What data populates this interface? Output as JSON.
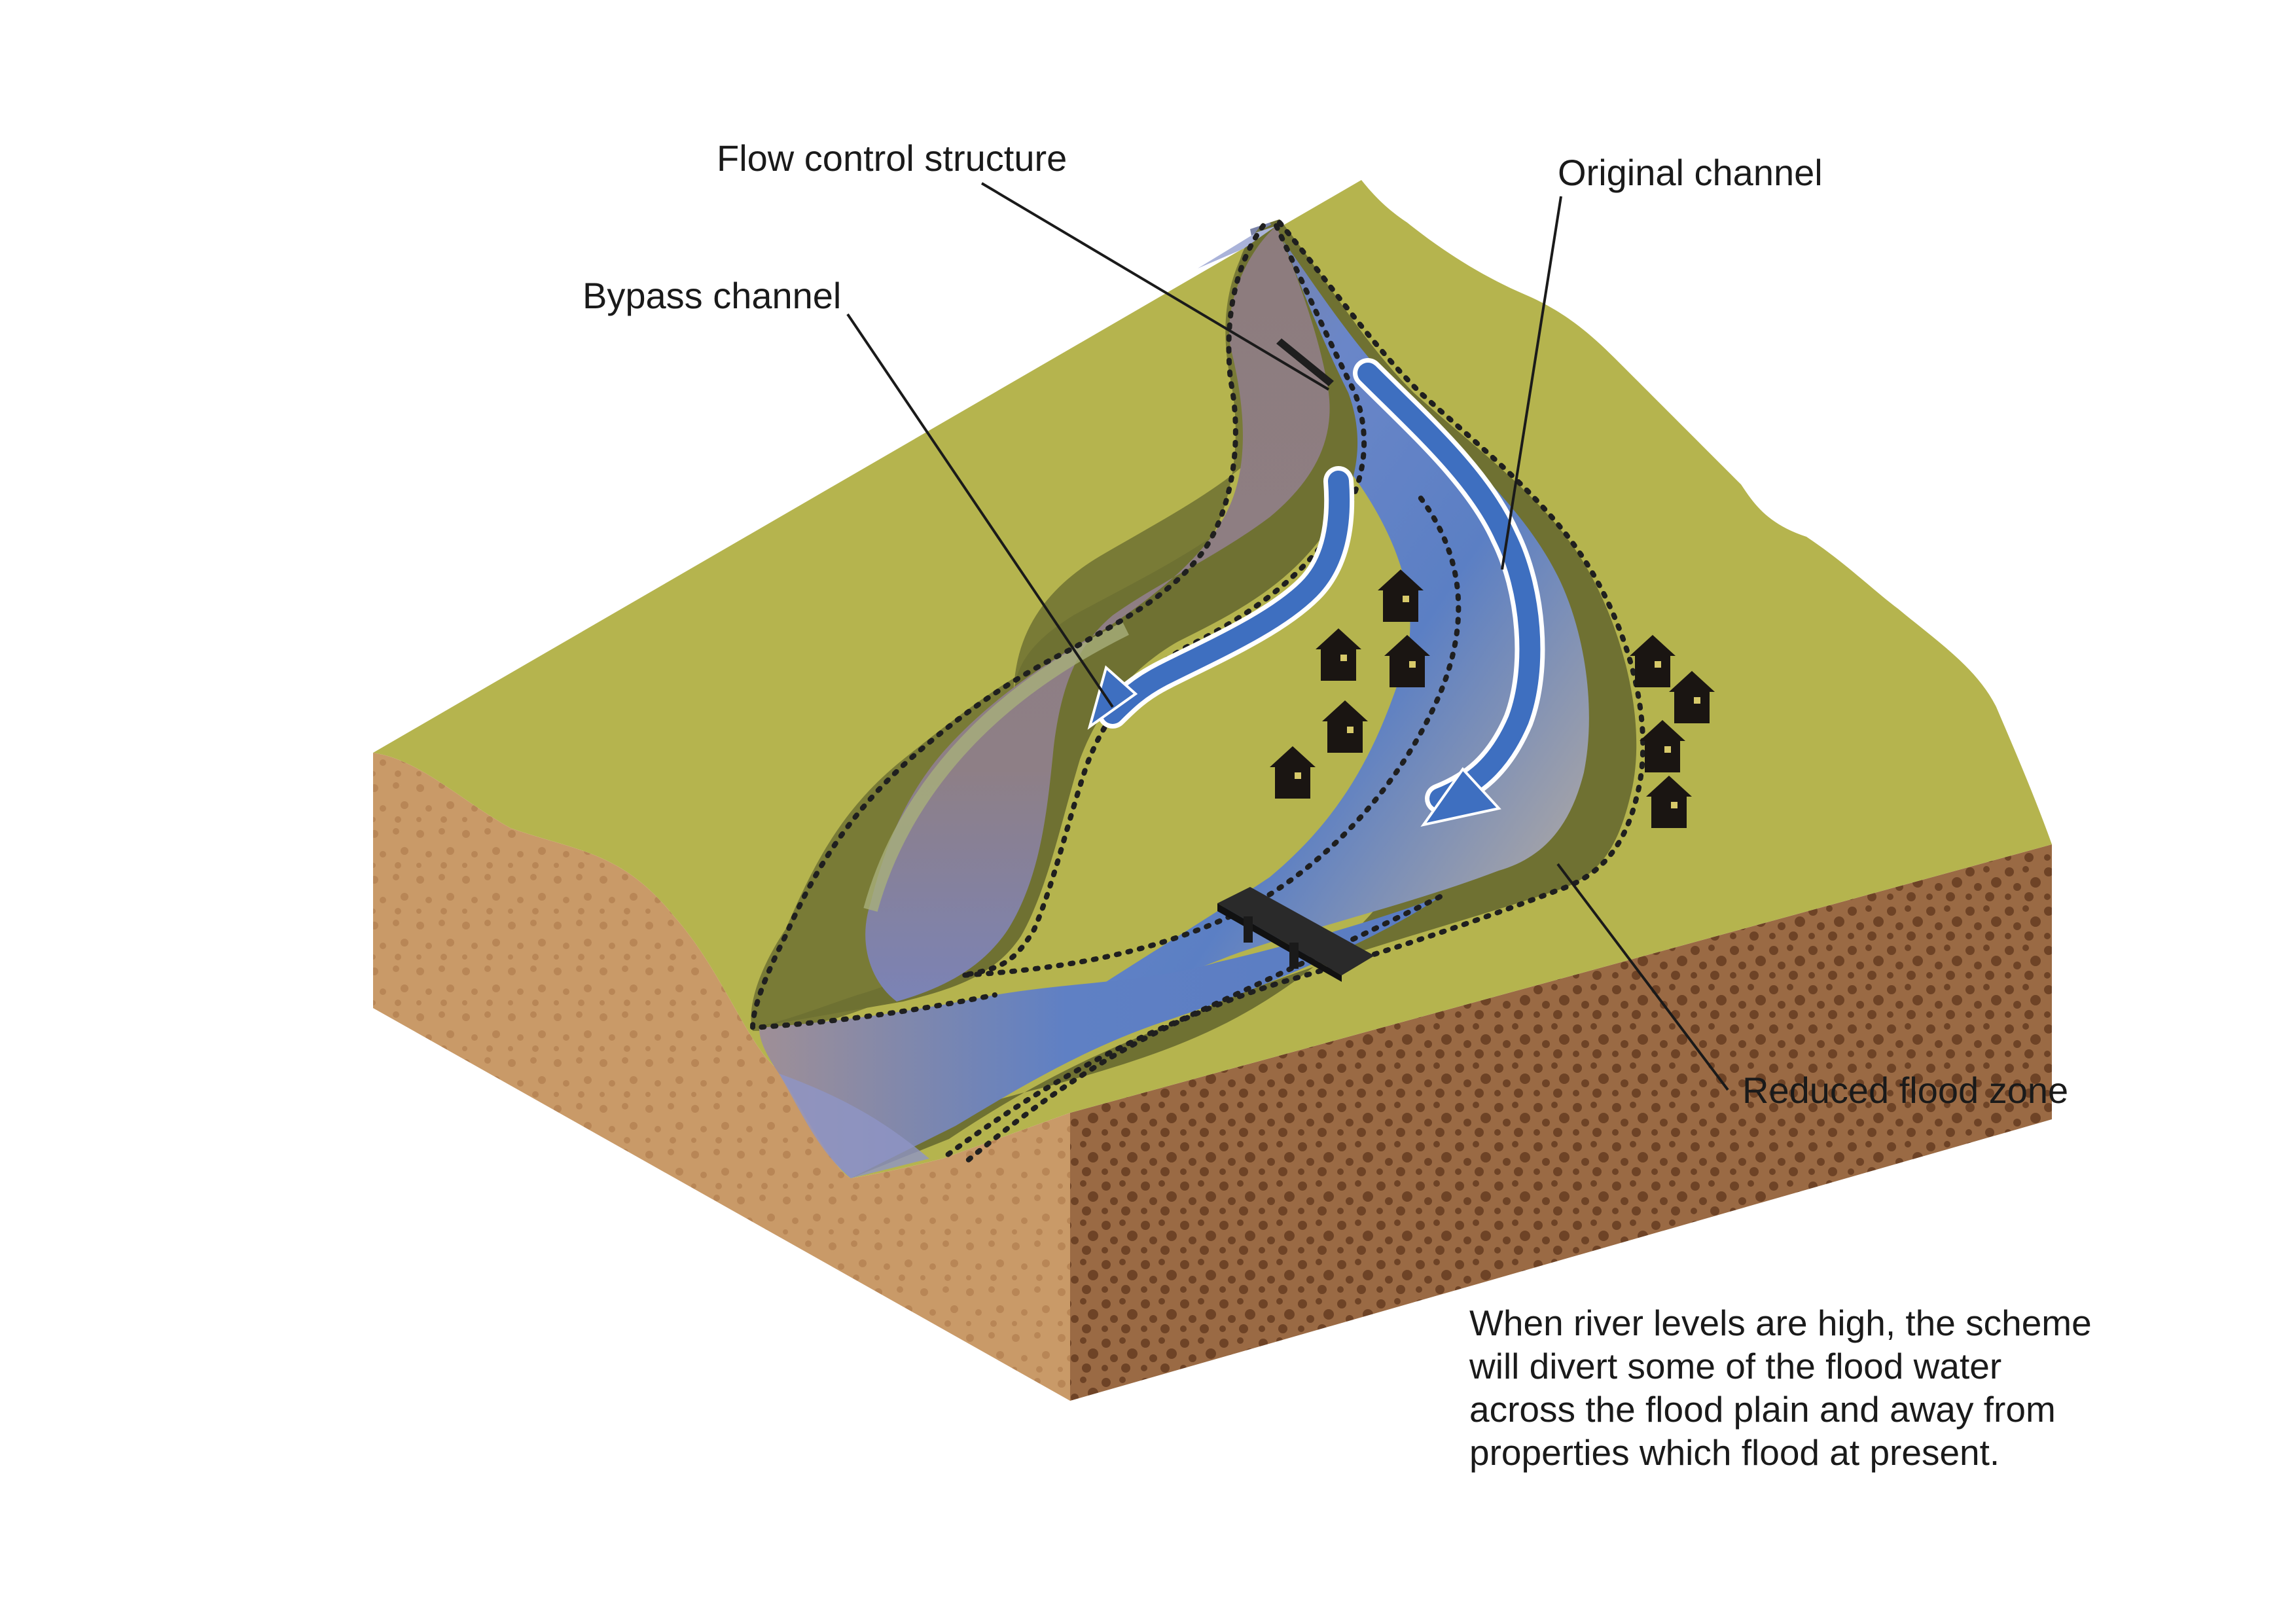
{
  "labels": {
    "flow_control_structure": "Flow control structure",
    "original_channel": "Original channel",
    "bypass_channel": "Bypass channel",
    "reduced_flood_zone": "Reduced flood zone"
  },
  "note": {
    "lines": [
      "When river levels are high, the scheme",
      "will divert some of the flood water",
      "across the flood plain and away from",
      "properties which flood at present."
    ]
  },
  "colors": {
    "grass": "#b5b44e",
    "bank": "#6f7132",
    "soil_light": "#c69866",
    "soil_dark": "#8a5c3a",
    "water_blue": "#5a7ec2",
    "channel_mauve": "#8f7e7e",
    "arrow_blue": "#3e6fc0",
    "houses": "#1a1512"
  },
  "icons": {
    "house": "house-icon",
    "bridge": "bridge-icon",
    "flow_arrow": "flow-arrow-icon"
  }
}
